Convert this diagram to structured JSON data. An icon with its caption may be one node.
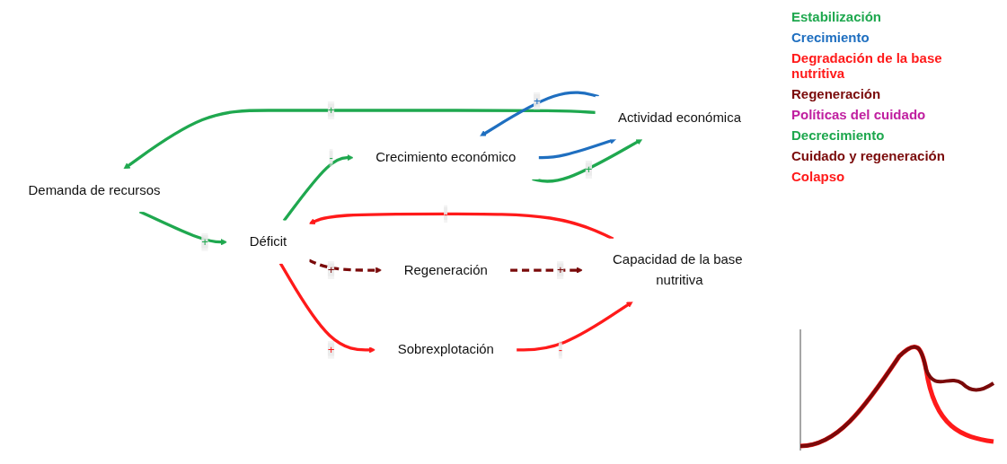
{
  "diagram": {
    "nodes": [
      {
        "text": [
          "Demanda de recursos"
        ]
      },
      {
        "text": [
          "Actividad económica"
        ]
      },
      {
        "text": [
          "Crecimiento económico"
        ]
      },
      {
        "text": [
          "Déficit"
        ]
      },
      {
        "text": [
          "Capacidad de la base nutritiva"
        ]
      },
      {
        "text": [
          "Sobrexplotación"
        ]
      },
      {
        "text": [
          "Regeneración"
        ]
      }
    ],
    "edges": [
      {
        "from": 1,
        "to": 0,
        "arrow": "to",
        "label": "+"
      },
      {
        "from": 0,
        "to": 3,
        "arrow": "to",
        "label": "+"
      },
      {
        "from": 3,
        "to": 2,
        "arrow": "to",
        "label": "-"
      },
      {
        "from": 2,
        "to": 1,
        "arrow": "to",
        "label": "+"
      },
      {
        "from": 2,
        "to": 1,
        "arrow": "to",
        "color": "#1f6fc0"
      },
      {
        "from": 1,
        "to": 2,
        "arrow": "to",
        "label": "+",
        "color": "#1f6fc0"
      },
      {
        "from": 4,
        "to": 3,
        "arrow": "to",
        "label": "-",
        "color": "#ff1a1a"
      },
      {
        "from": 3,
        "to": 5,
        "arrow": "to",
        "label": "+",
        "color": "#ff1a1a"
      },
      {
        "from": 5,
        "to": 4,
        "arrow": "to",
        "label": "-",
        "color": "#ff1a1a"
      },
      {
        "from": 3,
        "to": 6,
        "arrow": "to",
        "label": "+",
        "style": "dashed",
        "color": "#7a0a0a"
      },
      {
        "from": 6,
        "to": 4,
        "arrow": "to",
        "label": "+",
        "style": "dashed",
        "color": "#7a0a0a"
      }
    ],
    "labels": [
      "Estabilización",
      "Crecimiento",
      "Degradación de la base nutritiva",
      "Regeneración",
      "Políticas del cuidado",
      "Decrecimiento",
      "Cuidado y regeneración",
      "Colapso"
    ]
  }
}
